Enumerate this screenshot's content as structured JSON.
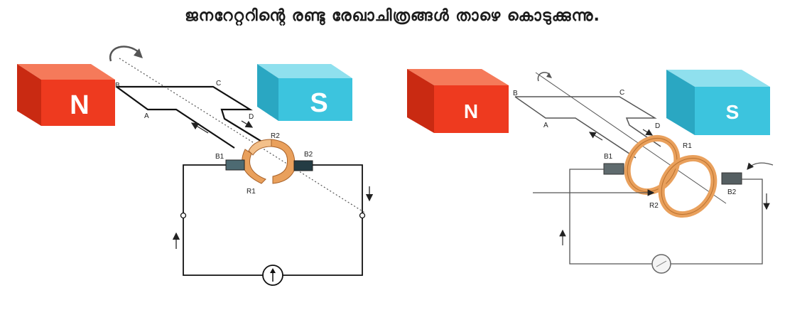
{
  "title": "ജനറേറ്ററിന്റെ രണ്ടു രേഖാചിത്രങ്ങൾ താഴെ കൊടുക്കുന്നു.",
  "colors": {
    "north_magnet": "#ee3a1f",
    "south_magnet": "#3cc4de",
    "ring": "#e9a05c",
    "wire": "#222222"
  },
  "left_diagram": {
    "north_label": "N",
    "south_label": "S",
    "coil_labels": {
      "a": "A",
      "b": "B",
      "c": "C",
      "d": "D"
    },
    "ring_labels": {
      "r1": "R1",
      "r2": "R2"
    },
    "brush_labels": {
      "b1": "B1",
      "b2": "B2"
    },
    "meter_icon": "galvanometer-arrow-icon"
  },
  "right_diagram": {
    "north_label": "N",
    "south_label": "S",
    "coil_labels": {
      "a": "A",
      "b": "B",
      "c": "C",
      "d": "D"
    },
    "ring_labels": {
      "r1": "R1",
      "r2": "R2"
    },
    "brush_labels": {
      "b1": "B1",
      "b2": "B2"
    },
    "meter_icon": "galvanometer-needle-icon"
  }
}
